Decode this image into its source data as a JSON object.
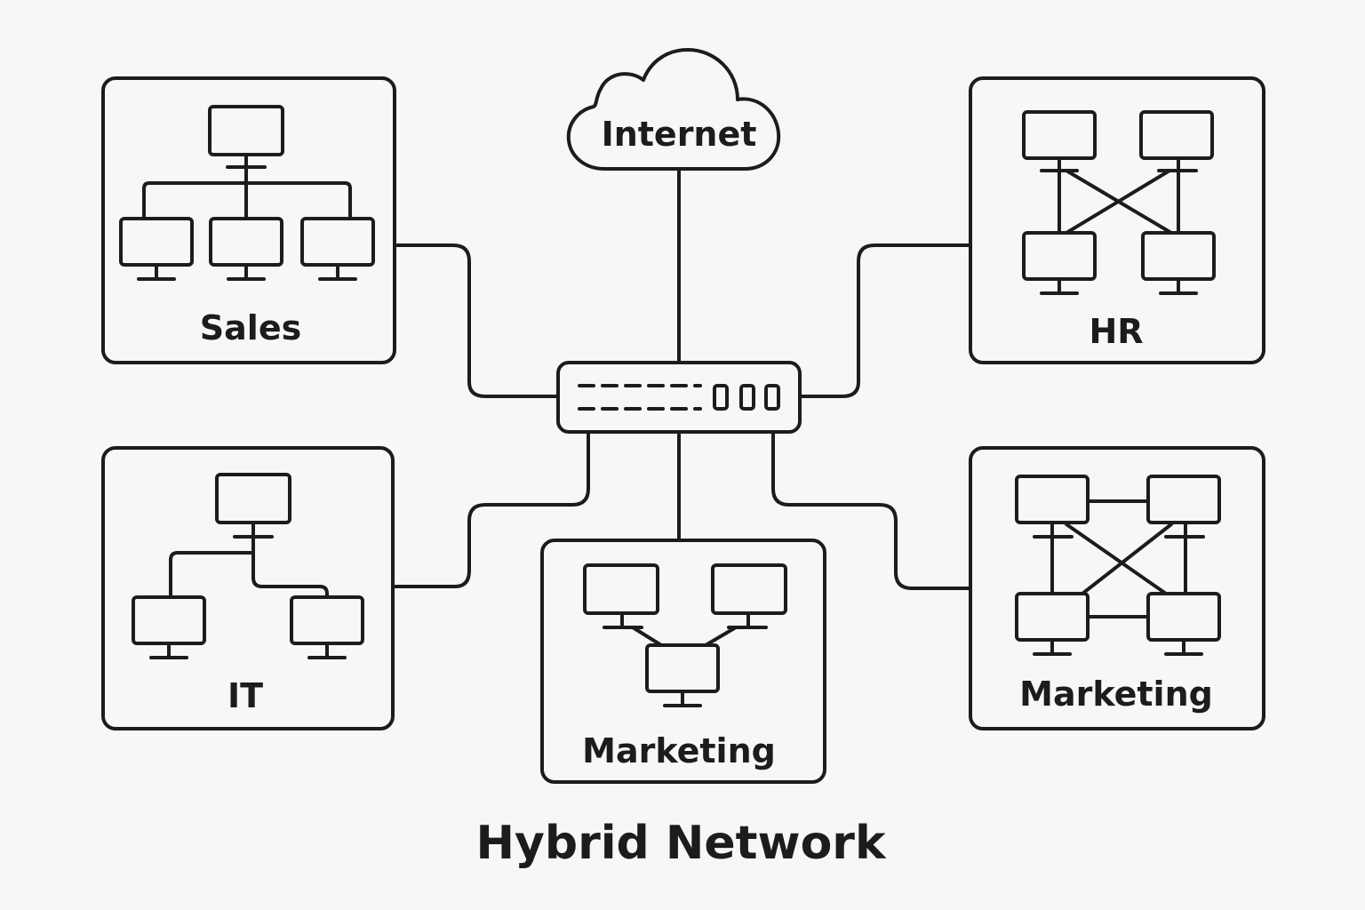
{
  "title": "Hybrid Network",
  "internet": {
    "label": "Internet"
  },
  "departments": {
    "sales": {
      "label": "Sales",
      "topology": "tree",
      "computers": 4
    },
    "hr": {
      "label": "HR",
      "topology": "mesh",
      "computers": 4
    },
    "it": {
      "label": "IT",
      "topology": "tree",
      "computers": 3
    },
    "marketing_center": {
      "label": "Marketing",
      "topology": "tree",
      "computers": 3
    },
    "marketing_right": {
      "label": "Marketing",
      "topology": "mesh",
      "computers": 4
    }
  },
  "hub": {
    "icon": "network-switch-icon"
  },
  "colors": {
    "stroke": "#1c1c1c",
    "background": "#f7f7f5"
  }
}
